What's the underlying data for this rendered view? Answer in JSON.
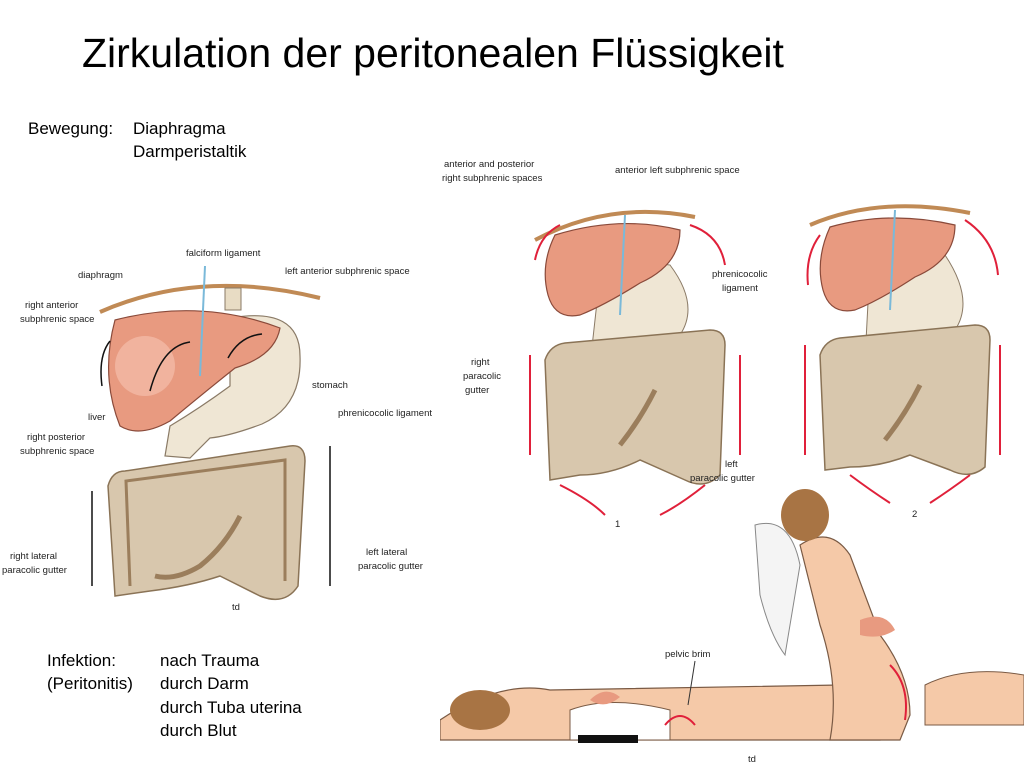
{
  "slide": {
    "title": "Zirkulation der peritonealen Flüssigkeit",
    "movement": {
      "label": "Bewegung:",
      "item1": "Diaphragma",
      "item2": "Darmperistaltik"
    },
    "infection": {
      "label1": "Infektion:",
      "label2": "(Peritonitis)",
      "causes": [
        "nach Trauma",
        "durch Darm",
        "durch Tuba uterina",
        "durch Blut"
      ]
    }
  },
  "figure_left": {
    "labels": {
      "falciform": "falciform ligament",
      "diaphragm": "diaphragm",
      "left_ant": "left anterior subphrenic space",
      "right_ant_1": "right anterior",
      "right_ant_2": "subphrenic space",
      "stomach": "stomach",
      "liver": "liver",
      "phrenico": "phrenicocolic ligament",
      "right_post_1": "right posterior",
      "right_post_2": "subphrenic space",
      "right_lat_1": "right lateral",
      "right_lat_2": "paracolic gutter",
      "left_lat_1": "left lateral",
      "left_lat_2": "paracolic gutter",
      "sig": "td"
    }
  },
  "figure_right": {
    "labels": {
      "ant_post_1": "anterior and posterior",
      "ant_post_2": "right subphrenic spaces",
      "ant_left": "anterior left subphrenic space",
      "phren_1": "phrenicocolic",
      "phren_2": "ligament",
      "right_1": "right",
      "right_2": "paracolic",
      "right_3": "gutter",
      "left_1": "left",
      "left_2": "paracolic gutter",
      "num1": "1",
      "num2": "2"
    }
  },
  "figure_bottom": {
    "labels": {
      "pelvic_brim": "pelvic brim",
      "sig": "td"
    }
  },
  "colors": {
    "liver": "#e89a80",
    "stomach": "#efe6d4",
    "colon": "#c9b194",
    "skin": "#f5c9a8",
    "diaphragm": "#c08a55",
    "arrow_red": "#e0203a",
    "fluid": "#111111"
  }
}
